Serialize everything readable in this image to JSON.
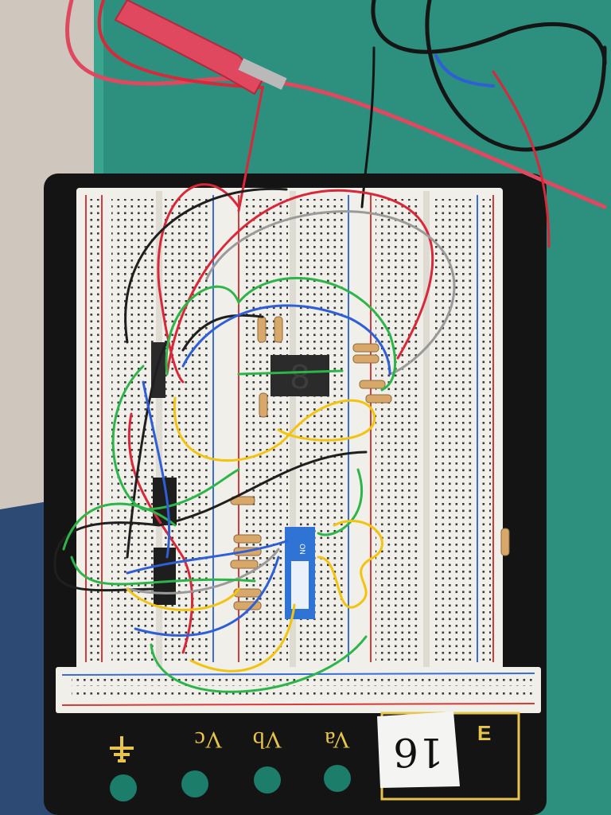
{
  "scene": {
    "binding_posts": [
      {
        "id": "gnd",
        "label": "⏚",
        "color": "#e7c54a"
      },
      {
        "id": "vc",
        "label": "Vc",
        "color": "#e7c54a"
      },
      {
        "id": "vb",
        "label": "Vb",
        "color": "#e7c54a"
      },
      {
        "id": "va",
        "label": "Va",
        "color": "#e7c54a"
      }
    ],
    "note_label": "16",
    "brand_text": "E",
    "colors": {
      "table": "#2c8f7e",
      "board_base": "#141414",
      "breadboard": "#f1efe9",
      "rail_red": "#d63a3a",
      "rail_blue": "#3a6ed6",
      "dip_switch": "#2f74d4",
      "display_body": "#2b2b2b"
    },
    "wire_colors": [
      "#d8283a",
      "#1f1f1f",
      "#9a9a9a",
      "#2db54a",
      "#2f5fd6",
      "#f2c40f"
    ],
    "components": [
      "seven-segment-display",
      "dip-switch",
      "ic-chip",
      "ic-chip",
      "resistor"
    ]
  }
}
